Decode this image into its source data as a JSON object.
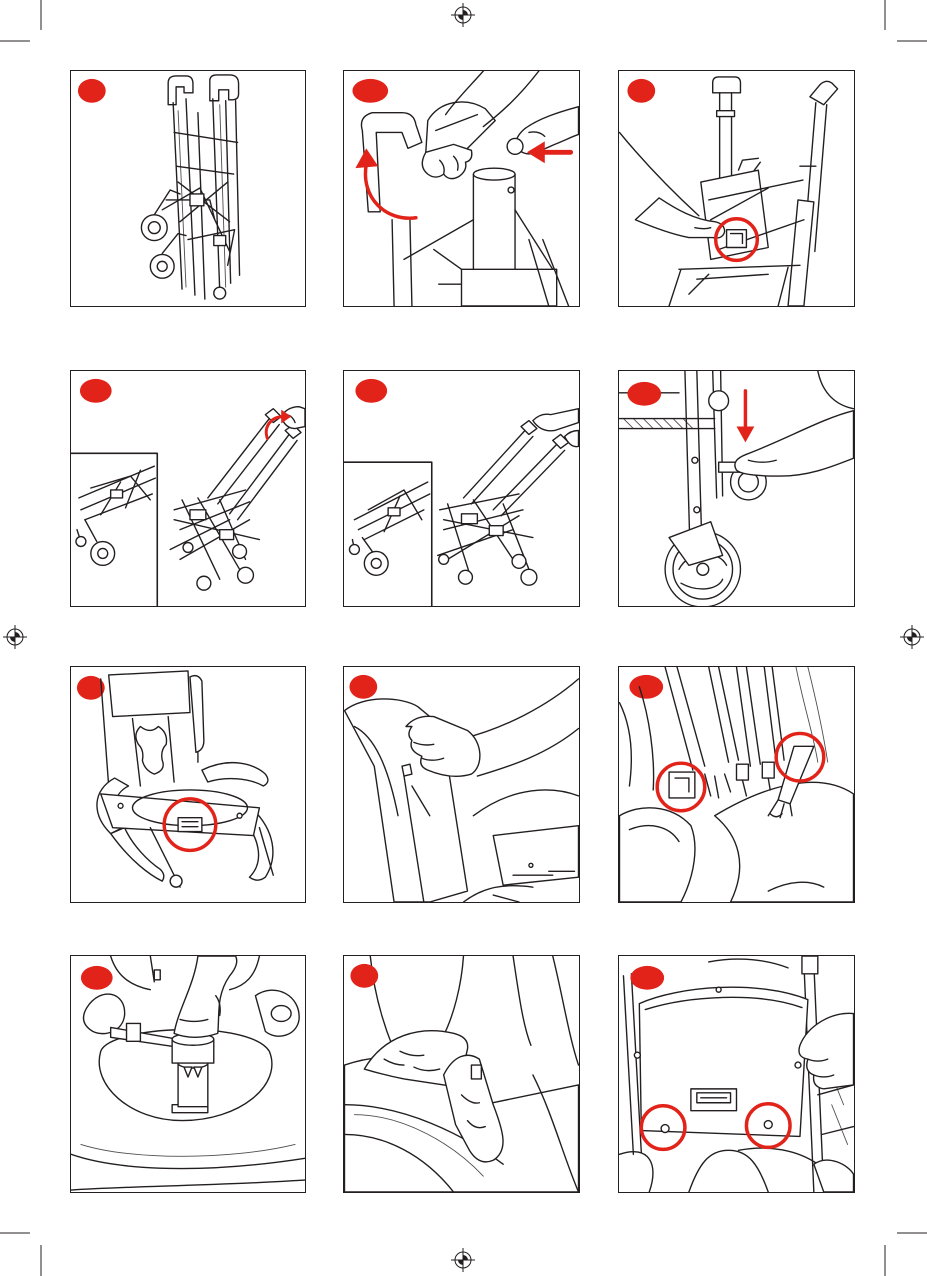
{
  "colors": {
    "accent": "#e2231a",
    "ink": "#231f20",
    "paper": "#ffffff"
  },
  "marks": {
    "registration": "registration-mark-icon",
    "crop": "crop-mark-icon"
  },
  "panels": [
    {
      "icon": "folded-stroller-illustration"
    },
    {
      "icon": "handle-release-illustration"
    },
    {
      "icon": "frame-latch-illustration"
    },
    {
      "icon": "stroller-unfold-illustration"
    },
    {
      "icon": "stroller-open-illustration"
    },
    {
      "icon": "foot-lock-illustration"
    },
    {
      "icon": "seat-frame-buckle-illustration"
    },
    {
      "icon": "seat-cover-illustration"
    },
    {
      "icon": "frame-clips-illustration"
    },
    {
      "icon": "harness-buckle-illustration"
    },
    {
      "icon": "fabric-tuck-illustration"
    },
    {
      "icon": "seat-plate-screws-illustration"
    }
  ]
}
